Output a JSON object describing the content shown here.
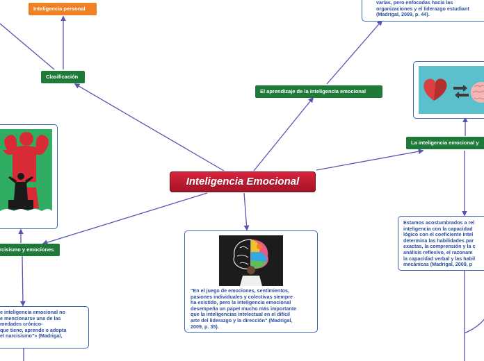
{
  "central": {
    "title": "Inteligencia Emocional"
  },
  "nodes": {
    "inteligencia_personal": "Inteligencia personal",
    "clasificacion": "Clasificación",
    "aprendizaje": "El aprendizaje de la inteligencia emocional",
    "inteligencia_emocional_y": "La inteligencia emocional y",
    "narcisismo": "rcisismo y emociones"
  },
  "texts": {
    "top_right": [
      "varias, pero enfocadas hacia las",
      "organizaciones y el liderazgo estudiant",
      "(Madrigal, 2009, p. 44)."
    ],
    "center_quote": [
      "\"En el juego de emociones, sentimientos,",
      "pasiones individuales y colectivas siempre",
      "ha existido, pero la inteligencia emocional",
      "desempeña un papel mucho más importante",
      "que la inteligencias intelectual en el difícil",
      "arte del liderazgo y la dirección\" (Madrigal,",
      "2009, p. 35)."
    ],
    "right_quote": [
      "Estamos acostumbrados a rel",
      "inteligencia con la capacidad",
      "lógico con el coeficiente intel",
      "determina las habilidades par",
      "exactas, la comprensión y la c",
      "análisis reflexivo, el razonam",
      "la capacidad verbal y las habil",
      "mecánicas (Madrigal, 2009, p"
    ],
    "left_quote": [
      "e inteligencia emocional no",
      "e mencionarse una de las",
      "medades crónico-",
      "que tiene, aprende o adopta",
      "el narcisismo\"» (Madrigal,"
    ]
  },
  "colors": {
    "line": "#5a52b0",
    "green_tag": "#1f7a3a",
    "orange_tag": "#f08024",
    "central_fill": "#c0182f",
    "quote_text": "#2b4ea0"
  },
  "icons": [
    "heart-icon",
    "brain-icon",
    "exchange-arrows-icon",
    "bodybuilder-shadow-icon",
    "businessman-icon",
    "colorful-brain-icon"
  ]
}
